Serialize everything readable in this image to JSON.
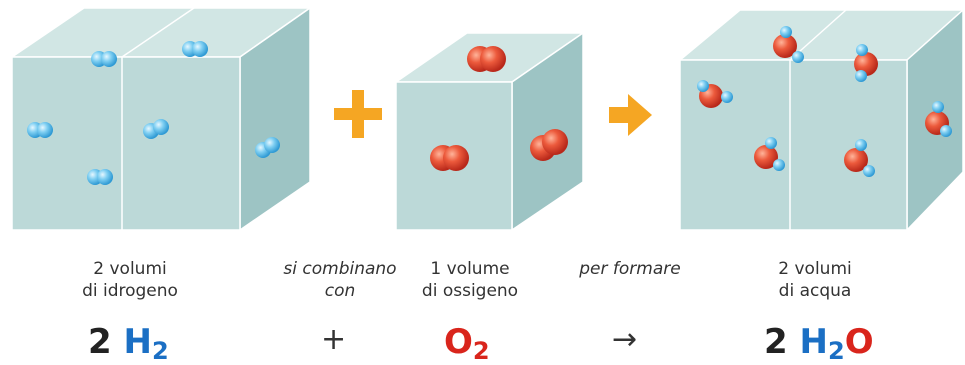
{
  "colors": {
    "box_front": "#bcd9d8",
    "box_top": "#d4e8e6",
    "box_side": "#9cc3c3",
    "accent_orange": "#f5a623",
    "hydrogen": "#6cc3ec",
    "oxygen": "#e0442c",
    "formula_blue": "#1b6fc4",
    "formula_red": "#d9251c",
    "text_dark": "#222222"
  },
  "icons": {
    "plus": "orange-plus-icon",
    "arrow": "orange-arrow-icon"
  },
  "captions": {
    "hydrogen": {
      "line1": "2 volumi",
      "line2": "di idrogeno"
    },
    "combine": {
      "line1": "si combinano",
      "line2": "con"
    },
    "oxygen": {
      "line1": "1 volume",
      "line2": "di ossigeno"
    },
    "form": {
      "line1": "per formare"
    },
    "water": {
      "line1": "2 volumi",
      "line2": "di acqua"
    }
  },
  "equation": {
    "hydrogen": {
      "coef": "2",
      "element": "H",
      "subscript": "2"
    },
    "plus": "+",
    "oxygen": {
      "element": "O",
      "subscript": "2"
    },
    "arrow": "→",
    "water": {
      "coef": "2",
      "element_h": "H",
      "subscript": "2",
      "element_o": "O"
    }
  }
}
